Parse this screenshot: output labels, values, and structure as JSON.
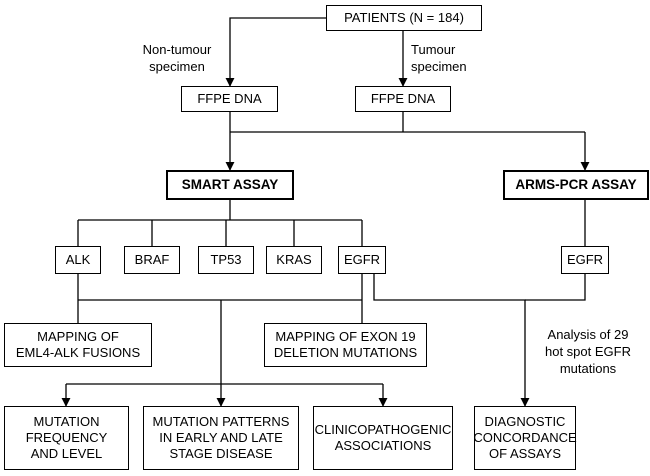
{
  "nodes": {
    "patients": "PATIENTS (N = 184)",
    "ffpe_left": "FFPE DNA",
    "ffpe_right": "FFPE DNA",
    "smart": "SMART ASSAY",
    "arms": "ARMS-PCR ASSAY",
    "alk": "ALK",
    "braf": "BRAF",
    "tp53": "TP53",
    "kras": "KRAS",
    "egfr_smart": "EGFR",
    "egfr_arms": "EGFR",
    "eml4": "MAPPING OF\nEML4-ALK FUSIONS",
    "exon19": "MAPPING OF EXON 19\nDELETION MUTATIONS",
    "freq": "MUTATION\nFREQUENCY\nAND LEVEL",
    "patterns": "MUTATION PATTERNS\nIN EARLY AND LATE\nSTAGE DISEASE",
    "clinico": "CLINICOPATHOGENIC\nASSOCIATIONS",
    "concordance": "DIAGNOSTIC\nCONCORDANCE\nOF ASSAYS"
  },
  "labels": {
    "non_tumour": "Non-tumour\nspecimen",
    "tumour": "Tumour\nspecimen",
    "analysis": "Analysis of 29\nhot spot EGFR\nmutations"
  }
}
